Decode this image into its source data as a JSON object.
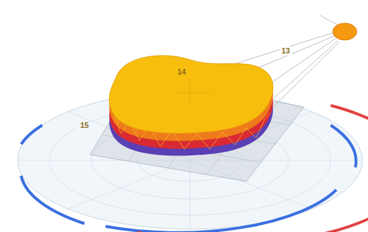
{
  "diagram": {
    "labels": [
      "13",
      "14",
      "15"
    ]
  }
}
